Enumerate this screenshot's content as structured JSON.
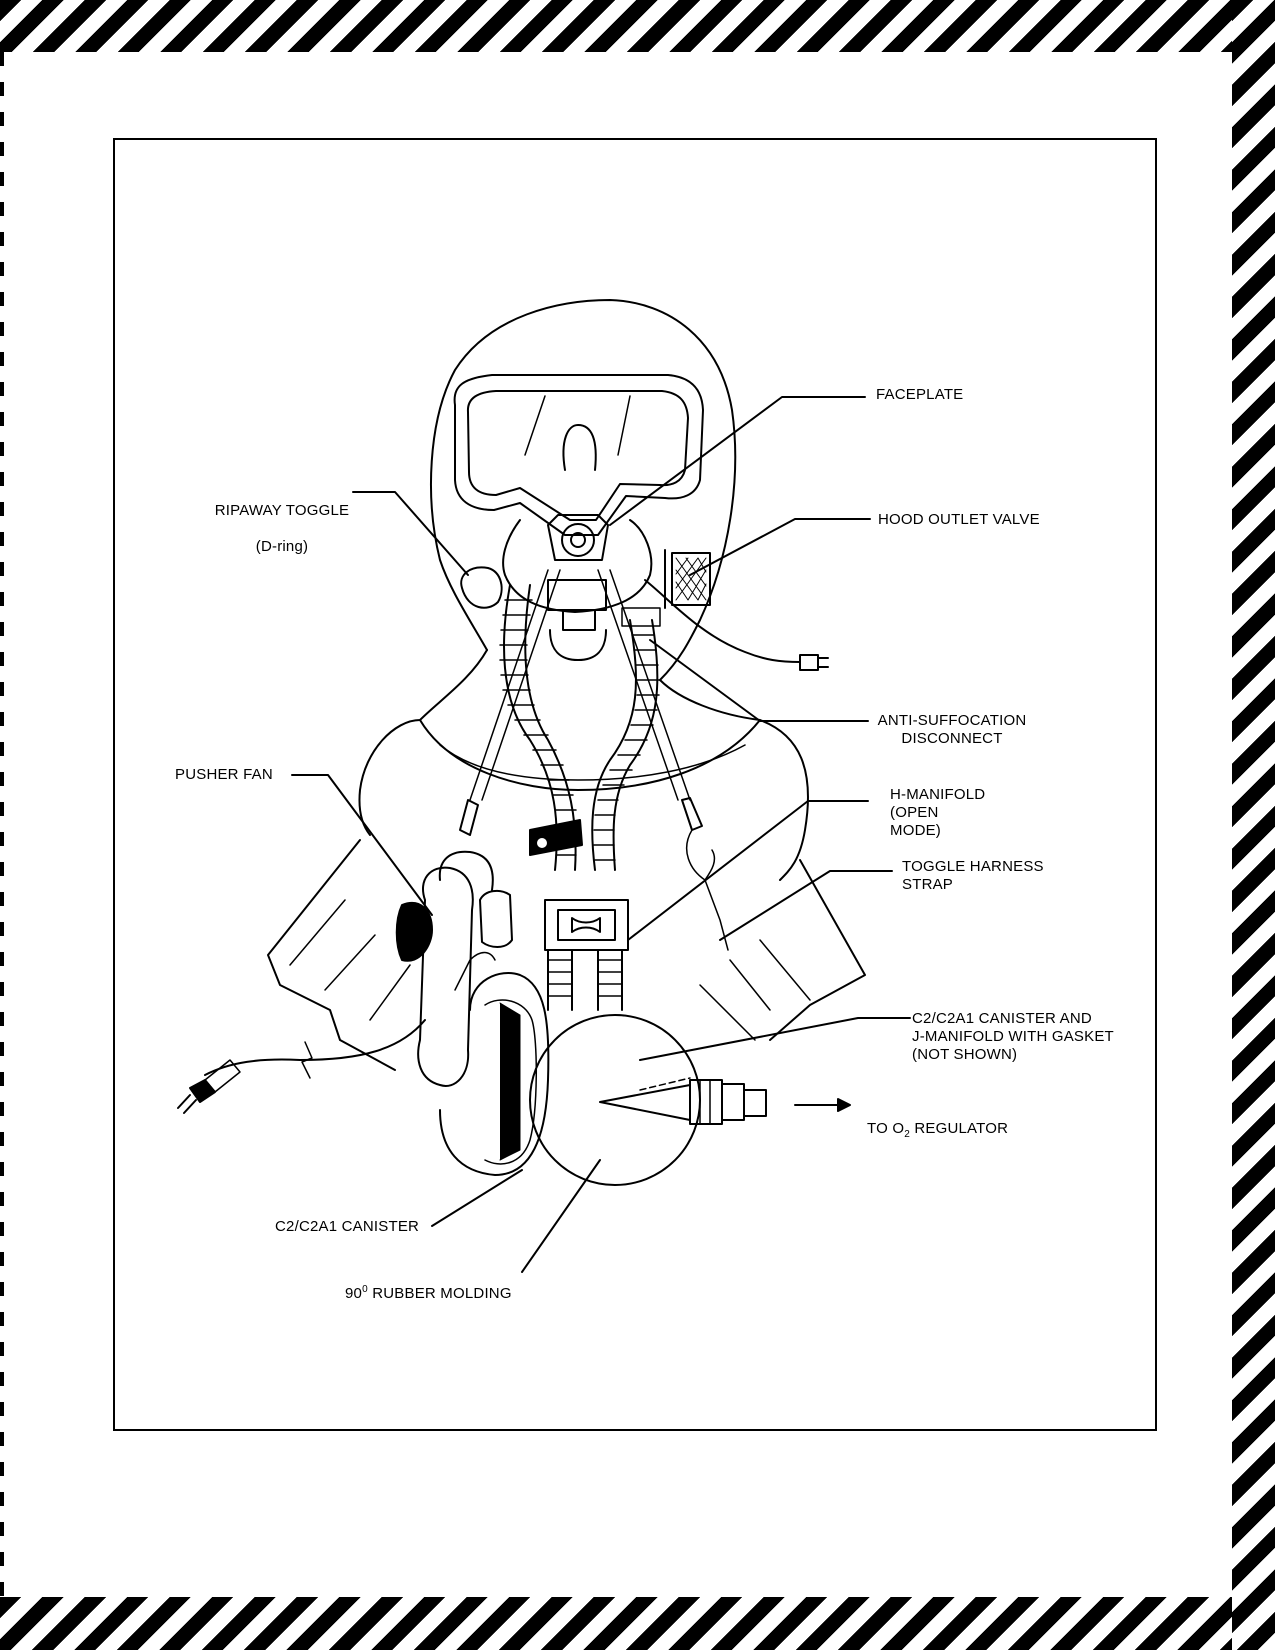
{
  "labels": {
    "faceplate": "FACEPLATE",
    "ripaway_toggle": "RIPAWAY TOGGLE",
    "ripaway_sub": "(D-ring)",
    "hood_outlet_valve": "HOOD OUTLET VALVE",
    "anti_suffocation": "ANTI-SUFFOCATION\nDISCONNECT",
    "pusher_fan": "PUSHER FAN",
    "h_manifold": "H-MANIFOLD\n(OPEN\nMODE)",
    "toggle_harness": "TOGGLE HARNESS\nSTRAP",
    "c2_canister_manifold": "C2/C2A1 CANISTER AND\nJ-MANIFOLD WITH GASKET\n(NOT SHOWN)",
    "to_regulator_prefix": "TO O",
    "to_regulator_sub": "2",
    "to_regulator_suffix": " REGULATOR",
    "c2_canister": "C2/C2A1 CANISTER",
    "rubber_molding_prefix": "90",
    "rubber_molding_sup": "0",
    "rubber_molding_suffix": " RUBBER MOLDING"
  }
}
